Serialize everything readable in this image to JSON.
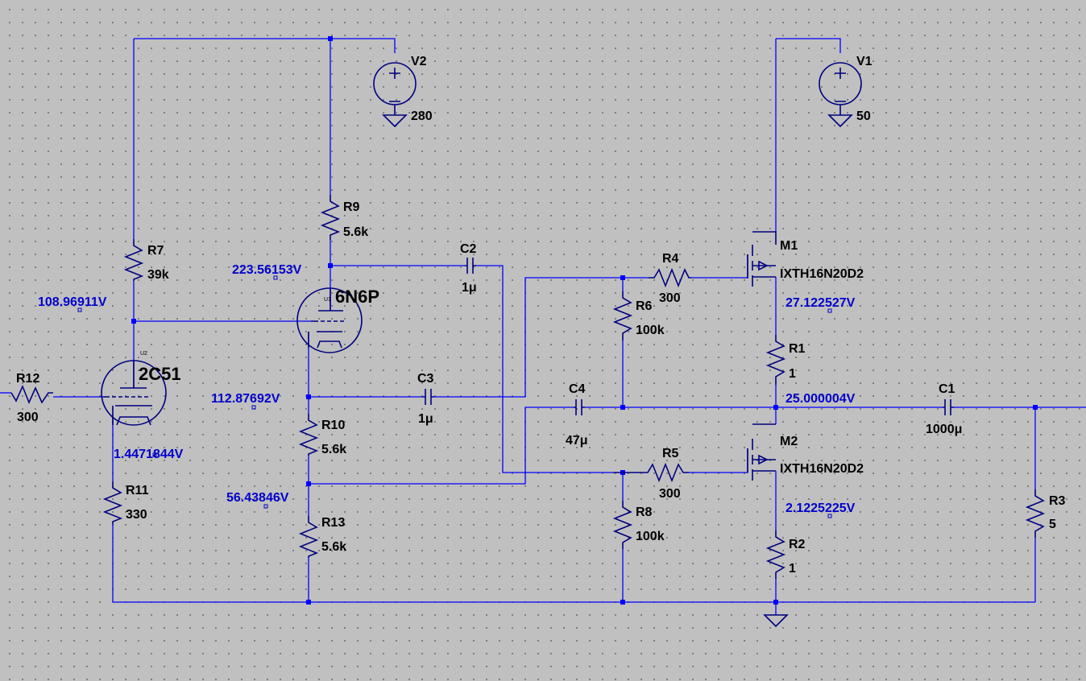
{
  "components": {
    "V2": {
      "name": "V2",
      "value": "280"
    },
    "V1": {
      "name": "V1",
      "value": "50"
    },
    "R9": {
      "name": "R9",
      "value": "5.6k"
    },
    "R7": {
      "name": "R7",
      "value": "39k"
    },
    "C2": {
      "name": "C2",
      "value": "1μ"
    },
    "U1": {
      "name": "6N6P",
      "ref": "U1"
    },
    "U2": {
      "name": "2C51",
      "ref": "U2"
    },
    "R4": {
      "name": "R4",
      "value": "300"
    },
    "R6": {
      "name": "R6",
      "value": "100k"
    },
    "M1": {
      "name": "M1",
      "value": "IXTH16N20D2"
    },
    "M2": {
      "name": "M2",
      "value": "IXTH16N20D2"
    },
    "R1": {
      "name": "R1",
      "value": "1"
    },
    "R2": {
      "name": "R2",
      "value": "1"
    },
    "R12": {
      "name": "R12",
      "value": "300"
    },
    "C3": {
      "name": "C3",
      "value": "1μ"
    },
    "C4": {
      "name": "C4",
      "value": "47μ"
    },
    "C1": {
      "name": "C1",
      "value": "1000μ"
    },
    "R10": {
      "name": "R10",
      "value": "5.6k"
    },
    "R11": {
      "name": "R11",
      "value": "330"
    },
    "R13": {
      "name": "R13",
      "value": "5.6k"
    },
    "R5": {
      "name": "R5",
      "value": "300"
    },
    "R8": {
      "name": "R8",
      "value": "100k"
    },
    "R3": {
      "name": "R3",
      "value": "5"
    }
  },
  "voltages": {
    "u1_plate": "223.56153V",
    "u2_plate": "108.96911V",
    "m1_source": "27.122527V",
    "output": "25.000004V",
    "u1_cathode": "112.87692V",
    "u2_cathode": "1.4471844V",
    "divider": "56.43846V",
    "m2_source": "2.1225225V"
  }
}
